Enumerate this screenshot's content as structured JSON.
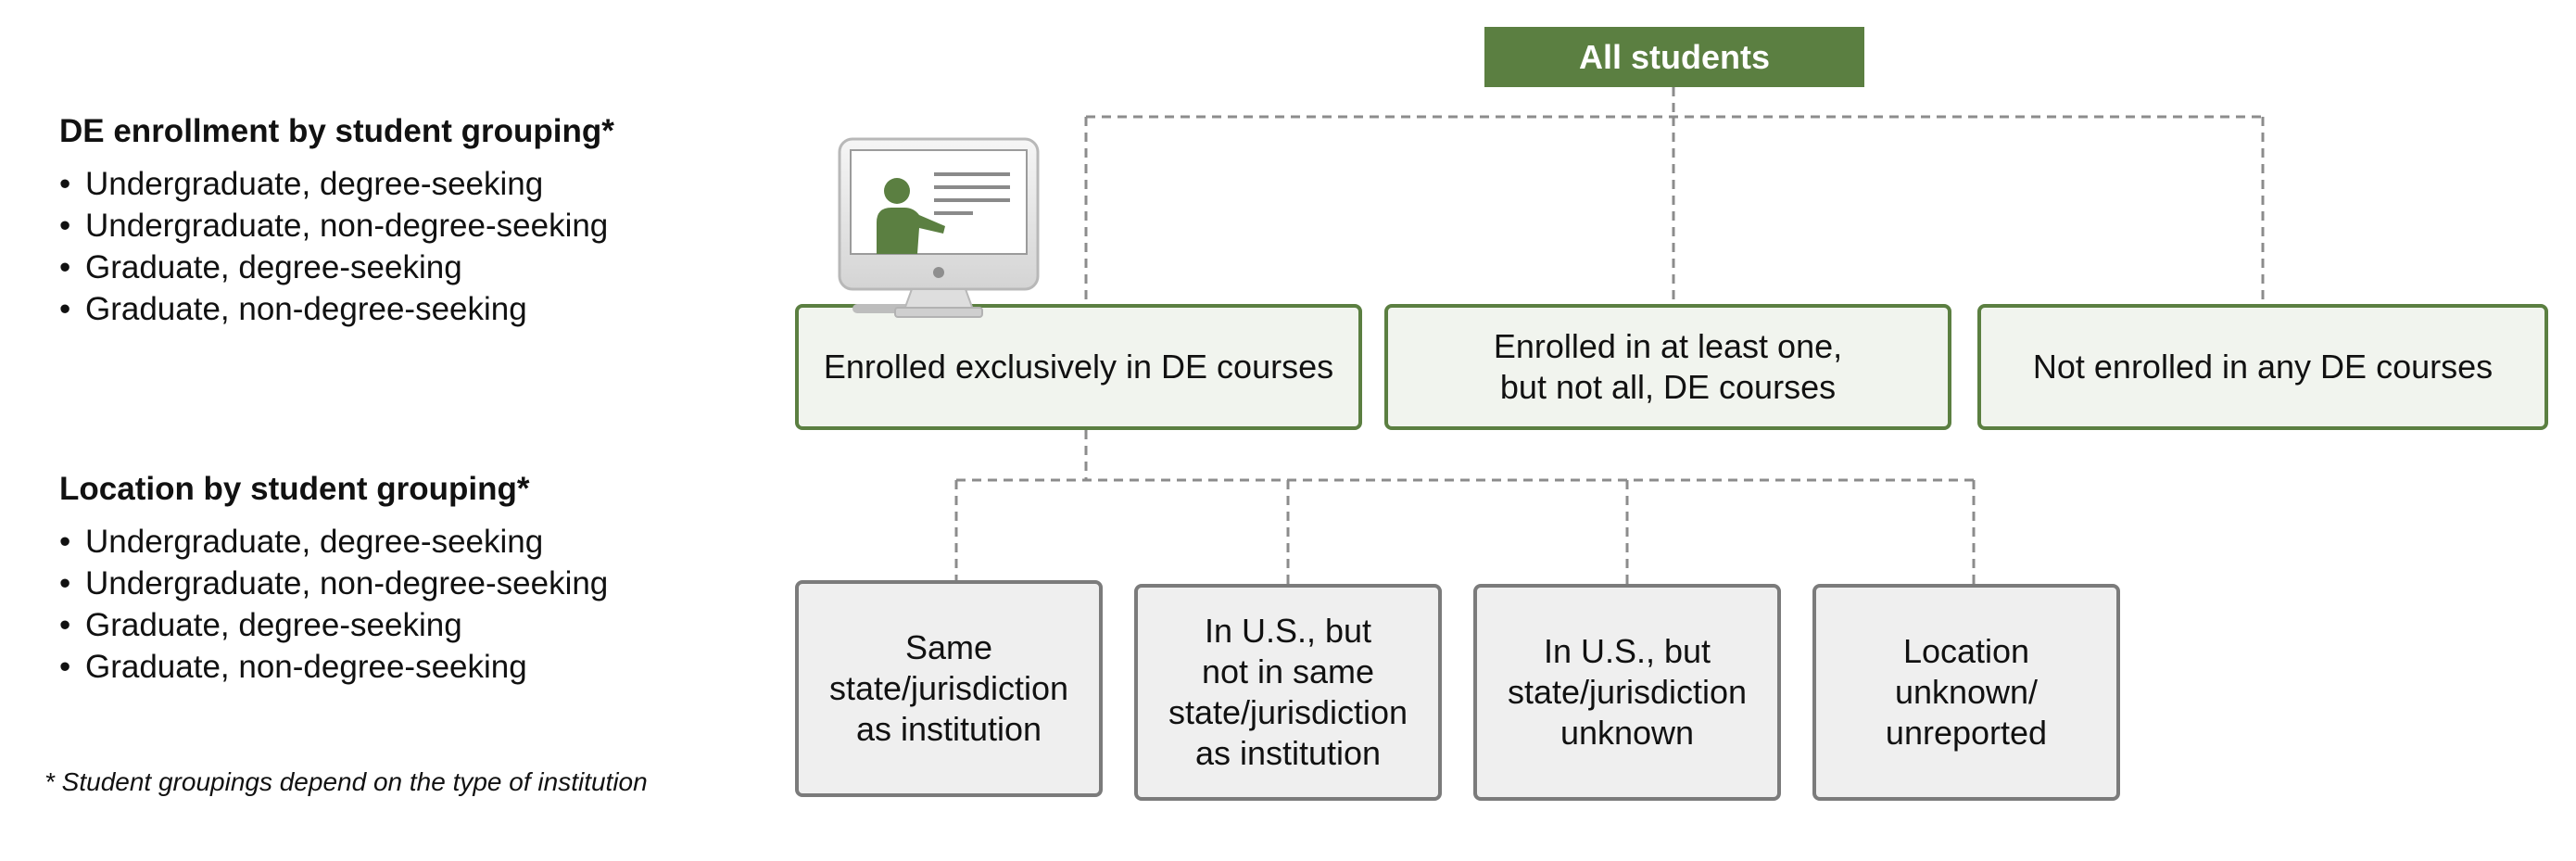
{
  "legend": {
    "sections": [
      {
        "title": "DE enrollment by student grouping*",
        "items": [
          "Undergraduate, degree-seeking",
          "Undergraduate, non-degree-seeking",
          "Graduate, degree-seeking",
          "Graduate, non-degree-seeking"
        ]
      },
      {
        "title": "Location by student grouping*",
        "items": [
          "Undergraduate, degree-seeking",
          "Undergraduate, non-degree-seeking",
          "Graduate, degree-seeking",
          "Graduate, non-degree-seeking"
        ]
      }
    ],
    "footnote": "* Student groupings depend on the type of institution"
  },
  "tree": {
    "root": "All students",
    "enrollment": [
      "Enrolled exclusively in DE courses",
      "Enrolled in at least one,\nbut not all, DE courses",
      "Not enrolled in any DE courses"
    ],
    "location": [
      "Same\nstate/jurisdiction\nas institution",
      "In U.S., but\nnot in same\nstate/jurisdiction\nas institution",
      "In U.S., but\nstate/jurisdiction\nunknown",
      "Location\nunknown/\nunreported"
    ]
  },
  "icon": "computer-teacher-icon",
  "colors": {
    "accent": "#5b7f41",
    "accent_fill": "#f1f4ee",
    "neutral_border": "#7b7b7b",
    "neutral_fill": "#efefef",
    "connector": "#8c8c8c"
  }
}
